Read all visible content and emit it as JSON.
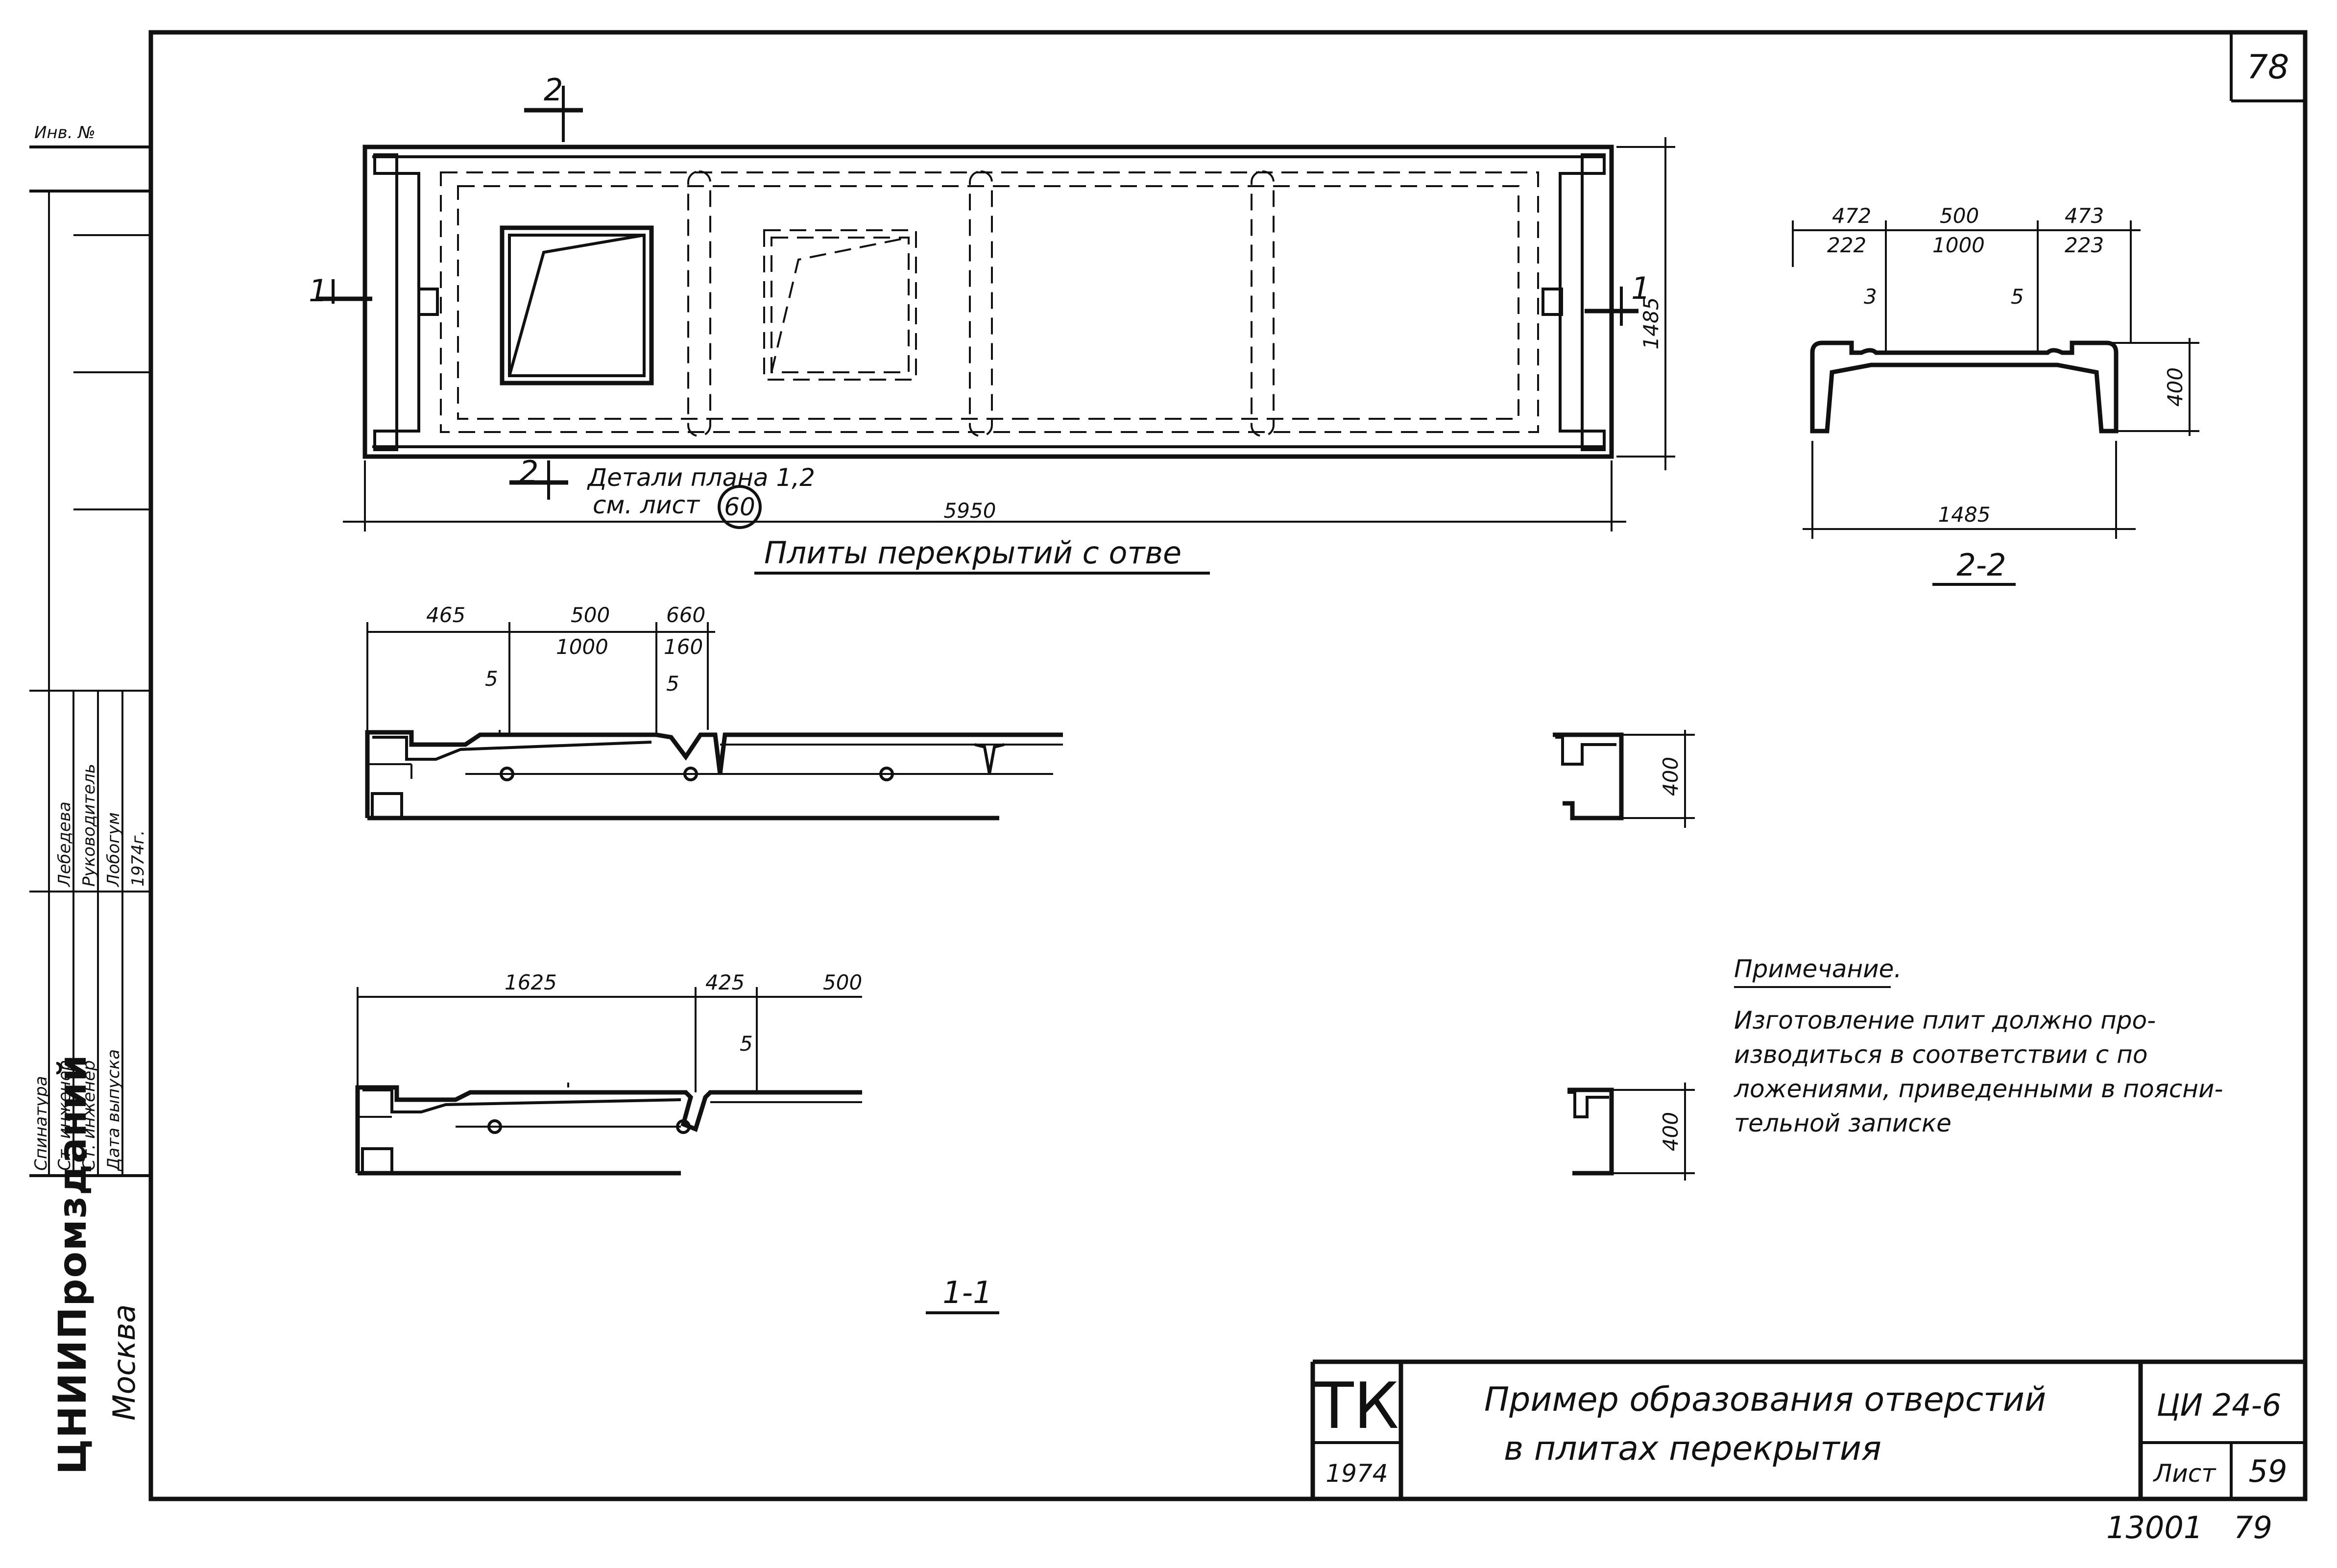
{
  "sheet": {
    "corner_number": "78",
    "inv_label": "Инв. №",
    "footer": {
      "left": "13001",
      "right": "79"
    }
  },
  "side_stamp": {
    "org": "ЦНИИПромзданий",
    "city": "Москва",
    "rows": [
      "Спинатура",
      "Ст. инженер",
      "Ст. инженер",
      "Дата выпуска"
    ],
    "values": [
      "Лебедева",
      "Руководитель",
      "Лобогум",
      "1974г."
    ]
  },
  "plan": {
    "title": "Плиты перекрытий с отве",
    "section_marks": {
      "top": "2",
      "bottom": "2",
      "left": "1",
      "right": "1"
    },
    "detail_note_line1": "Детали плана 1,2",
    "detail_note_line2": "см. лист",
    "detail_sheet": "60",
    "dim_length": "5950",
    "dim_width": "1485"
  },
  "section_2_2": {
    "title": "2-2",
    "dims_top": [
      "472",
      "500",
      "473"
    ],
    "dims_bottom": [
      "222",
      "1000",
      "223"
    ],
    "gap_left": "3",
    "gap_right": "5",
    "height": "400",
    "width": "1485"
  },
  "section_1_1": {
    "title": "1-1",
    "upper": {
      "dims_top": [
        "465",
        "500",
        "660"
      ],
      "dims_bottom": [
        "1000",
        "160"
      ],
      "gap_left": "5",
      "gap_right": "5",
      "height": "400"
    },
    "lower": {
      "dims": [
        "1625",
        "425",
        "500"
      ],
      "gap": "5",
      "height": "400"
    }
  },
  "note": {
    "heading": "Примечание.",
    "lines": [
      "Изготовление плит должно про-",
      "изводиться в соответствии с по",
      "ложениями, приведенными в поясни-",
      "тельной записке"
    ]
  },
  "title_block": {
    "code": "ТК",
    "year": "1974",
    "title_line1": "Пример образования отверстий",
    "title_line2": "в плитах перекрытия",
    "series": "ЦИ 24-6",
    "sheet_label": "Лист",
    "sheet_no": "59"
  }
}
